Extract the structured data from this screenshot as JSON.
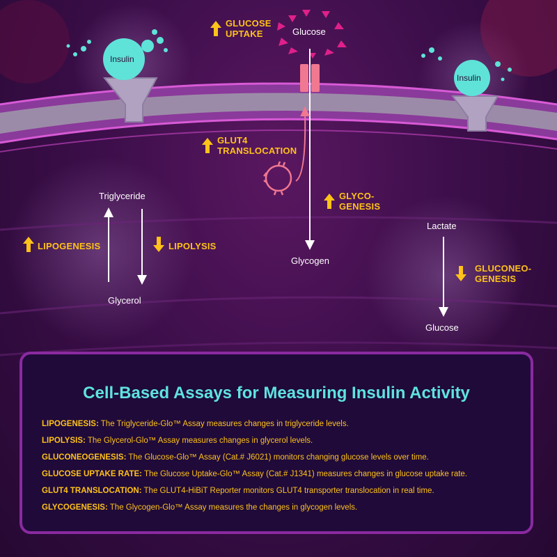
{
  "diagram": {
    "insulin_left": "Insulin",
    "insulin_right": "Insulin",
    "glucose_top": "Glucose",
    "glucose_uptake": [
      "GLUCOSE",
      "UPTAKE"
    ],
    "glut4_translocation": [
      "GLUT4",
      "TRANSLOCATION"
    ],
    "glycogenesis": [
      "GLYCO-",
      "GENESIS"
    ],
    "glycogen": "Glycogen",
    "triglyceride": "Triglyceride",
    "glycerol": "Glycerol",
    "lipogenesis": "LIPOGENESIS",
    "lipolysis": "LIPOLYSIS",
    "lactate": "Lactate",
    "glucose_bottom": "Glucose",
    "gluconeogenesis": [
      "GLUCONEO-",
      "GENESIS"
    ]
  },
  "panel": {
    "title": "Cell-Based Assays for Measuring Insulin Activity",
    "assays": [
      {
        "name": "LIPOGENESIS:",
        "desc": " The Triglyceride-Glo™ Assay measures changes in triglyceride levels."
      },
      {
        "name": "LIPOLYSIS:",
        "desc": " The Glycerol-Glo™ Assay measures changes in glycerol levels."
      },
      {
        "name": "GLUCONEOGENESIS:",
        "desc": " The Glucose-Glo™ Assay (Cat.# J6021) monitors changing glucose levels over time."
      },
      {
        "name": "GLUCOSE UPTAKE RATE:",
        "desc": " The Glucose Uptake-Glo™ Assay (Cat.# J1341) measures changes in glucose uptake rate."
      },
      {
        "name": "GLUT4 TRANSLOCATION:",
        "desc": " The GLUT4-HiBiT Reporter monitors GLUT4 transporter translocation in real time."
      },
      {
        "name": "GLYCOGENESIS:",
        "desc": " The Glycogen-Glo™ Assay measures the changes in glycogen levels."
      }
    ]
  },
  "colors": {
    "accent_yellow": "#ffc21a",
    "title_cyan": "#5fe3e0",
    "membrane_pink": "#c648c8",
    "glut_pink": "#f07890",
    "glucose_magenta": "#e0208a"
  }
}
